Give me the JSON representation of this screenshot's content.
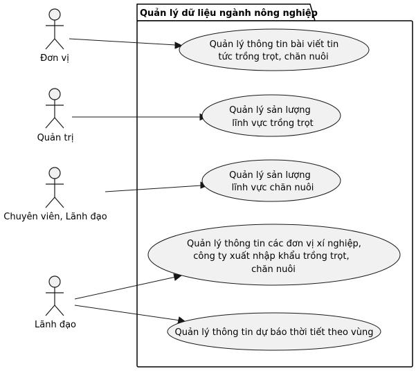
{
  "package": {
    "title": "Quản lý dữ liệu ngành nông nghiệp"
  },
  "actors": [
    {
      "id": "don-vi",
      "label": "Đơn vị"
    },
    {
      "id": "quan-tri",
      "label": "Quản trị"
    },
    {
      "id": "chuyen-vien",
      "label": "Chuyên viên, Lãnh đạo"
    },
    {
      "id": "lanh-dao",
      "label": "Lãnh đạo"
    }
  ],
  "use_cases": [
    {
      "id": "uc1",
      "lines": [
        "Quản lý thông tin bài viết tin",
        "tức trồng trọt, chăn nuôi"
      ]
    },
    {
      "id": "uc2",
      "lines": [
        "Quản lý sản lượng",
        "lĩnh vực trồng trọt"
      ]
    },
    {
      "id": "uc3",
      "lines": [
        "Quản lý sản lượng",
        "lĩnh vực chăn nuôi"
      ]
    },
    {
      "id": "uc4",
      "lines": [
        "Quản lý thông tin các đơn vị xí nghiệp,",
        "công ty xuất nhập khẩu trồng trọt,",
        "chăn nuôi"
      ]
    },
    {
      "id": "uc5",
      "lines": [
        "Quản lý thông tin dự báo thời tiết theo vùng"
      ]
    }
  ],
  "associations": [
    {
      "from": "don-vi",
      "to": "uc1"
    },
    {
      "from": "quan-tri",
      "to": "uc2"
    },
    {
      "from": "chuyen-vien",
      "to": "uc3"
    },
    {
      "from": "lanh-dao",
      "to": "uc4"
    },
    {
      "from": "lanh-dao",
      "to": "uc5"
    }
  ]
}
